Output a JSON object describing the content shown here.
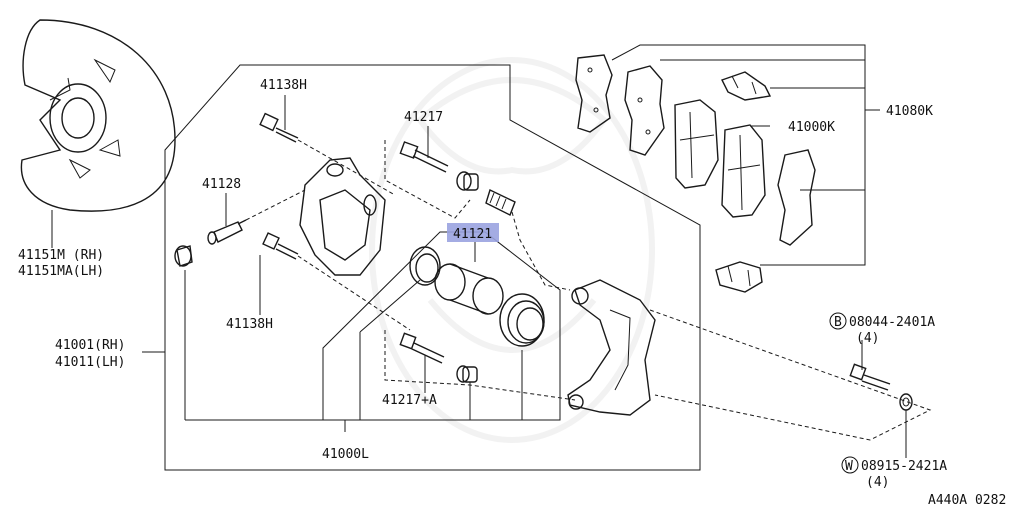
{
  "watermark_color": "#f1f1f1",
  "highlight_color": "#9aa3e0",
  "callouts": {
    "shield": [
      "41151M (RH)",
      "41151MA(LH)"
    ],
    "bolt_top": "41138H",
    "pin_top": "41217",
    "bleeder": "41128",
    "bolt_low": "41138H",
    "piston": "41121",
    "caliper_assy": [
      "41001(RH)",
      "41011(LH)"
    ],
    "seal_kit_pin": "41217+A",
    "seal_kit": "41000L",
    "pad_kit": "41080K",
    "pads": "41000K",
    "bolt_b": "08044-2401A",
    "bolt_b_prefix": "B",
    "bolt_b_qty": "(4)",
    "washer_w": "08915-2421A",
    "washer_w_prefix": "W",
    "washer_w_qty": "(4)"
  },
  "figure_code": "A440A 0282"
}
